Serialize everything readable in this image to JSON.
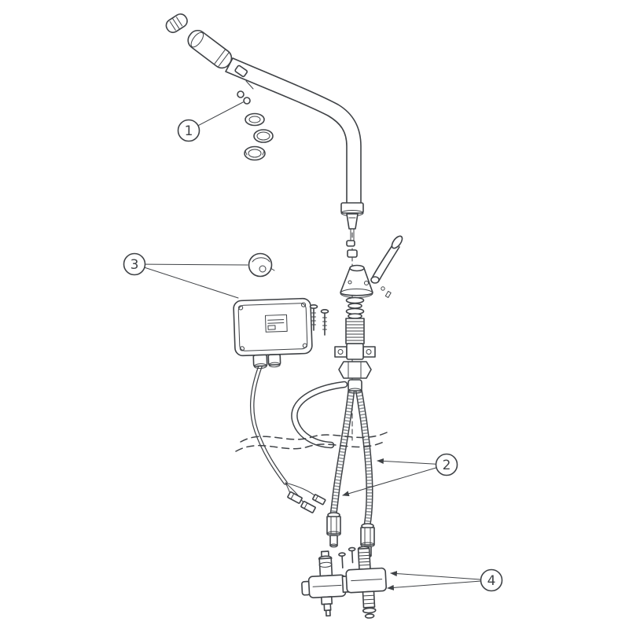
{
  "diagram": {
    "kind": "exploded-parts-diagram",
    "callouts": [
      {
        "label": "1"
      },
      {
        "label": "2"
      },
      {
        "label": "3"
      },
      {
        "label": "4"
      }
    ]
  },
  "colors": {
    "line": "#3f4246",
    "background": "#ffffff"
  }
}
